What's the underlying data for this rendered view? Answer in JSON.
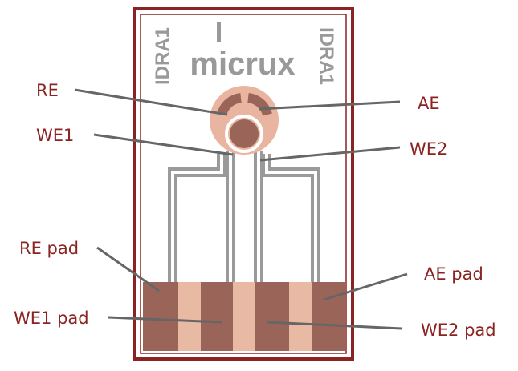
{
  "chip": {
    "brand": "micrux",
    "code_left": "IDRA1",
    "code_right": "IDRA1"
  },
  "labels": {
    "re": "RE",
    "we1": "WE1",
    "ae": "AE",
    "we2": "WE2",
    "re_pad": "RE pad",
    "we1_pad": "WE1 pad",
    "ae_pad": "AE pad",
    "we2_pad": "WE2 pad"
  },
  "colors": {
    "border": "#8b2323",
    "pad_dark": "#9a6558",
    "pad_light": "#e8b9a3",
    "electrode_halo": "#e9b4a0",
    "trace": "#9a9a9a",
    "label_text": "#8b2323",
    "leader": "#666666"
  }
}
